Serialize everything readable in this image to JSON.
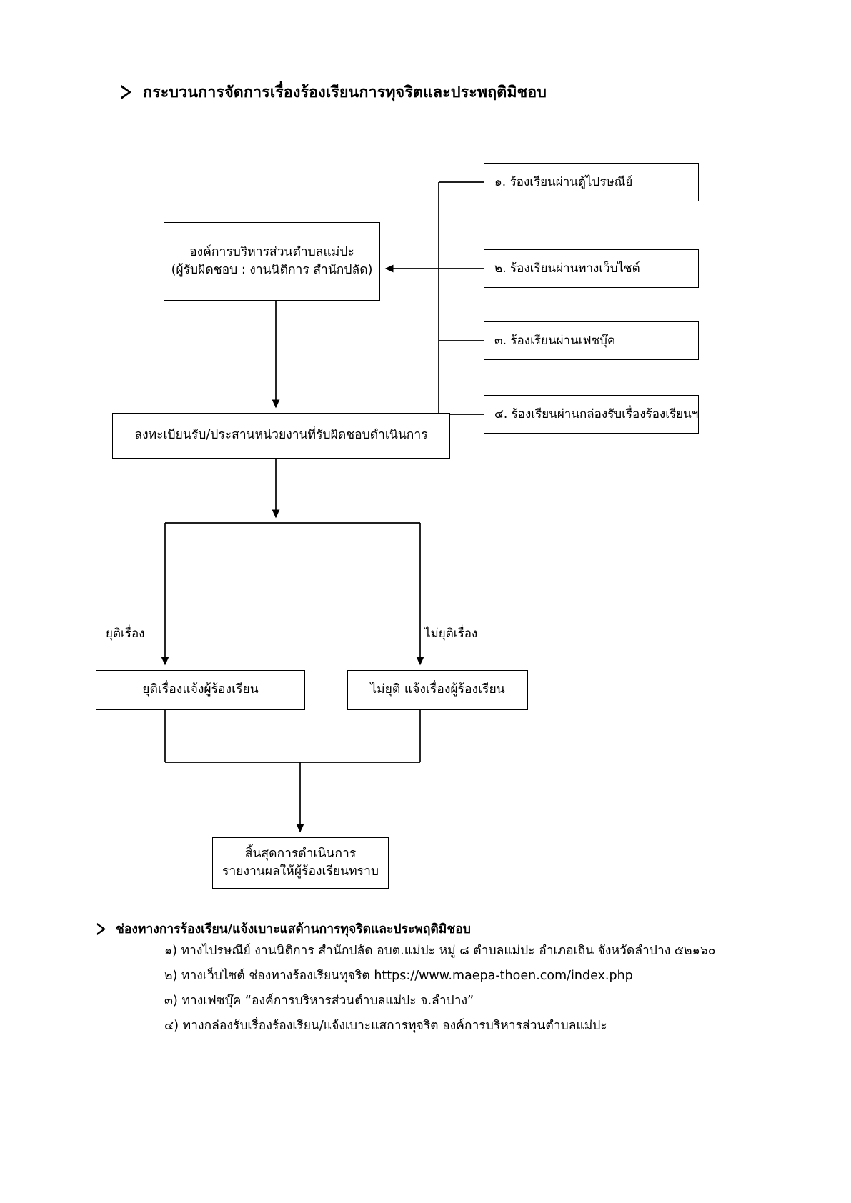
{
  "heading": {
    "bullet_icon": "arrow-bullet-icon",
    "text": "กระบวนการจัดการเรื่องร้องเรียนการทุจริตและประพฤติมิชอบ"
  },
  "flowchart": {
    "nodes": [
      {
        "id": "organization",
        "line1": "องค์การบริหารส่วนตำบลแม่ปะ",
        "line2": "(ผู้รับผิดชอบ : งานนิติการ สำนักปลัด)"
      },
      {
        "id": "register",
        "line1": "ลงทะเบียนรับ/ประสานหน่วยงานที่รับผิดชอบดำเนินการ"
      },
      {
        "id": "close-case",
        "line1": "ยุติเรื่องแจ้งผู้ร้องเรียน"
      },
      {
        "id": "not-close-case",
        "line1": "ไม่ยุติ แจ้งเรื่องผู้ร้องเรียน"
      },
      {
        "id": "end",
        "line1": "สิ้นสุดการดำเนินการ",
        "line2": "รายงานผลให้ผู้ร้องเรียนทราบ"
      }
    ],
    "channels": [
      {
        "id": "channel-1",
        "text": "๑. ร้องเรียนผ่านตู้ไปรษณีย์"
      },
      {
        "id": "channel-2",
        "text": "๒. ร้องเรียนผ่านทางเว็บไซต์"
      },
      {
        "id": "channel-3",
        "text": "๓. ร้องเรียนผ่านเฟซบุ๊ค"
      },
      {
        "id": "channel-4",
        "text": "๔. ร้องเรียนผ่านกล่องรับเรื่องร้องเรียนฯ"
      }
    ],
    "edge_labels": {
      "left": "ยุติเรื่อง",
      "right": "ไม่ยุติเรื่อง"
    }
  },
  "footer": {
    "bullet_icon": "arrow-bullet-icon",
    "heading": "ช่องทางการร้องเรียน/แจ้งเบาะแสด้านการทุจริตและประพฤติมิชอบ",
    "items": [
      "๑) ทางไปรษณีย์  งานนิติการ สำนักปลัด อบต.แม่ปะ หมู่ ๘ ตำบลแม่ปะ อำเภอเถิน จังหวัดลำปาง ๕๒๑๖๐",
      "๒) ทางเว็บไซต์   ช่องทางร้องเรียนทุจริต https://www.maepa-thoen.com/index.php",
      "๓) ทางเฟซบุ๊ค  “องค์การบริหารส่วนตำบลแม่ปะ จ.ลำปาง”",
      "๔) ทางกล่องรับเรื่องร้องเรียน/แจ้งเบาะแสการทุจริต องค์การบริหารส่วนตำบลแม่ปะ"
    ]
  },
  "colors": {
    "line": "#000000",
    "background": "#ffffff"
  }
}
